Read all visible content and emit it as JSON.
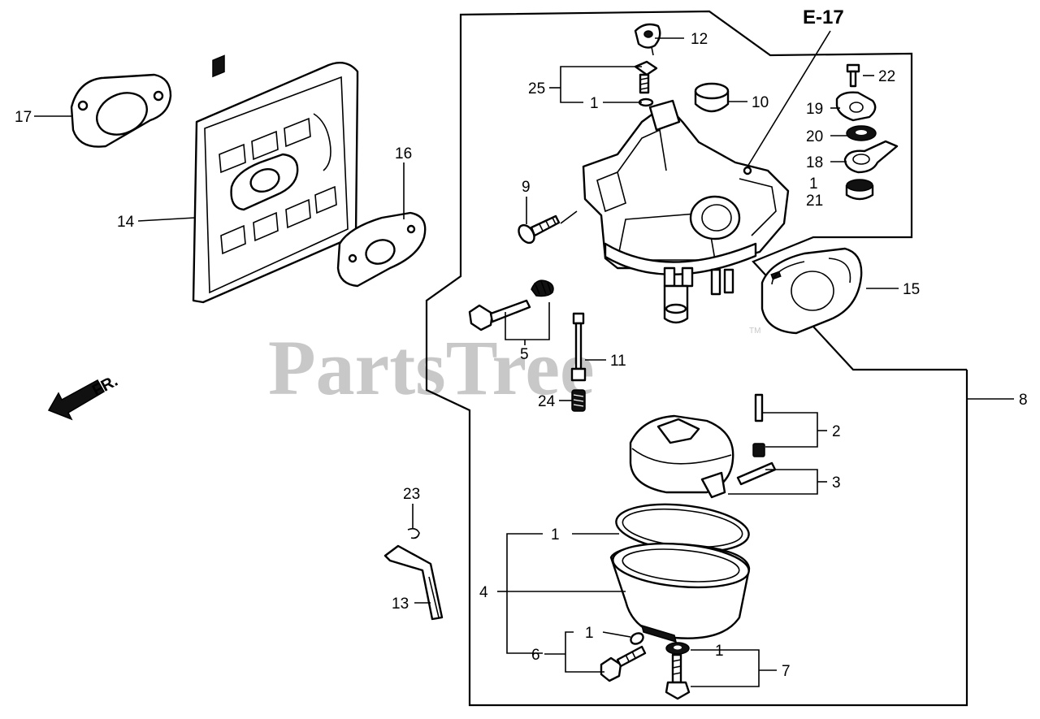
{
  "watermark": {
    "text": "PartsTree",
    "trademark": "TM"
  },
  "reference": "E-17",
  "direction": "FR.",
  "labels": {
    "l1a": "1",
    "l1b": "1",
    "l1c": "1",
    "l1d": "1",
    "l1e": "1",
    "l2": "2",
    "l3": "3",
    "l4": "4",
    "l5": "5",
    "l6": "6",
    "l7": "7",
    "l8": "8",
    "l9": "9",
    "l10": "10",
    "l11": "11",
    "l12": "12",
    "l13": "13",
    "l14": "14",
    "l15": "15",
    "l16": "16",
    "l17": "17",
    "l18": "18",
    "l19": "19",
    "l20": "20",
    "l21": "21",
    "l22": "22",
    "l23": "23",
    "l24": "24",
    "l25": "25"
  }
}
